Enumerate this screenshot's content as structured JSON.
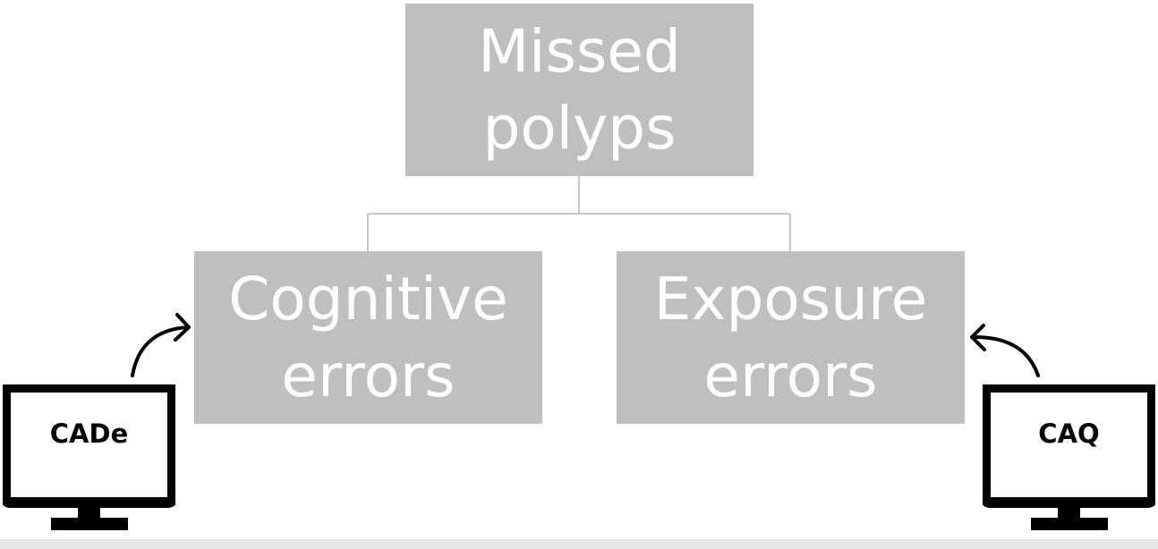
{
  "diagram": {
    "root": {
      "lines": [
        "Missed",
        "polyps"
      ]
    },
    "left_node": {
      "lines": [
        "Cognitive",
        "errors"
      ]
    },
    "right_node": {
      "lines": [
        "Exposure",
        "errors"
      ]
    },
    "left_tool": {
      "label": "CADe",
      "icon": "monitor-icon"
    },
    "right_tool": {
      "label": "CAQ",
      "icon": "monitor-icon"
    }
  },
  "colors": {
    "box_fill": "#bfbfbf",
    "box_text": "#ffffff",
    "connector": "#bfbfbf",
    "icon": "#000000"
  }
}
